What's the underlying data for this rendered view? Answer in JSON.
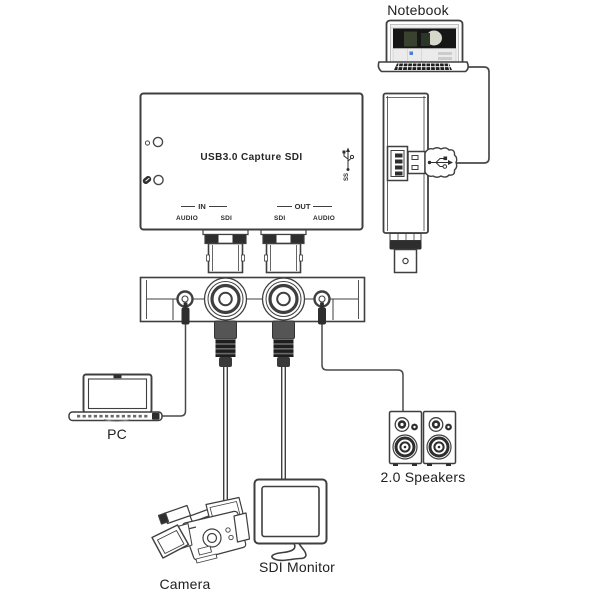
{
  "labels": {
    "notebook": "Notebook",
    "pc": "PC",
    "camera": "Camera",
    "sdi_monitor": "SDI Monitor",
    "speakers": "2.0 Speakers"
  },
  "capture_device": {
    "title": "USB3.0 Capture SDI",
    "in_group": {
      "label": "IN",
      "ports": [
        "AUDIO",
        "SDI"
      ]
    },
    "out_group": {
      "label": "OUT",
      "ports": [
        "SDI",
        "AUDIO"
      ]
    },
    "usb_badge": "SS"
  },
  "colors": {
    "line": "#4a4a4a",
    "dark_fill": "#2e2e2e",
    "text": "#1f1f1f"
  }
}
